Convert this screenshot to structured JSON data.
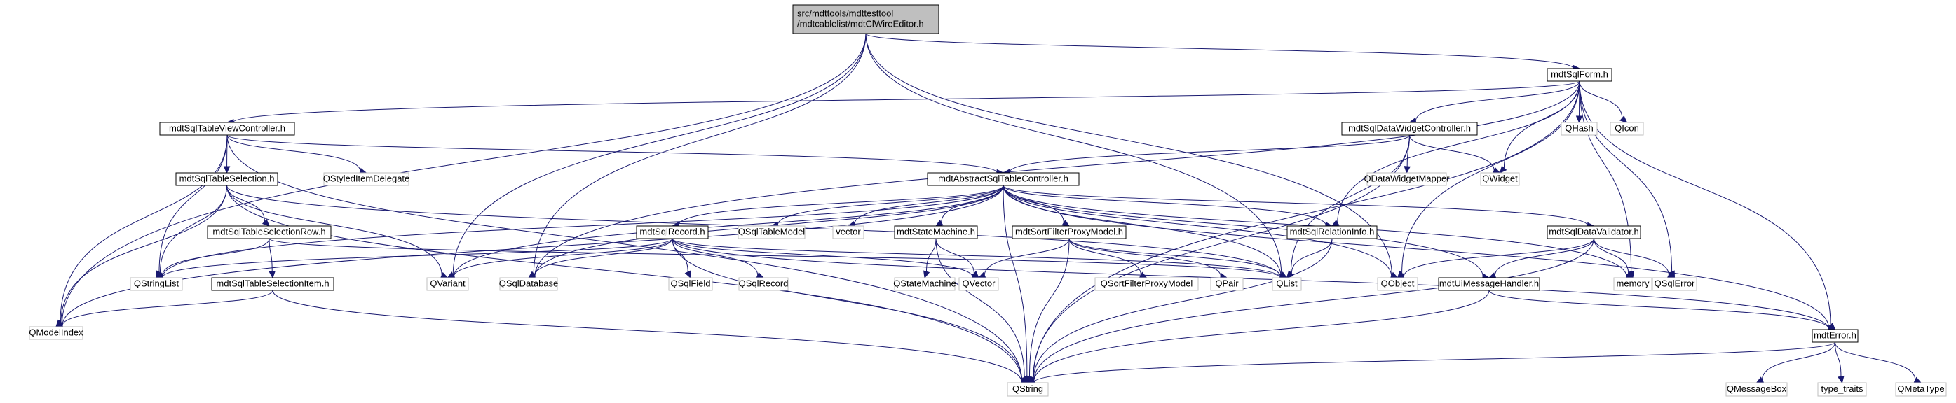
{
  "colors": {
    "edge": "#191970",
    "root_fill": "#bfbfbf",
    "node_border": "#000000",
    "external_border": "#bfbfbf",
    "node_fill": "#ffffff",
    "text": "#000000"
  },
  "nodes": [
    {
      "id": "root",
      "kind": "root",
      "lines": [
        "src/mdttools/mdttesttool",
        "/mdtcablelist/mdtClWireEditor.h"
      ]
    },
    {
      "id": "mdtSqlForm",
      "kind": "internal",
      "lines": [
        "mdtSqlForm.h"
      ]
    },
    {
      "id": "mdtSqlTableViewController",
      "kind": "internal",
      "lines": [
        "mdtSqlTableViewController.h"
      ]
    },
    {
      "id": "mdtSqlDataWidgetController",
      "kind": "internal",
      "lines": [
        "mdtSqlDataWidgetController.h"
      ]
    },
    {
      "id": "QHash",
      "kind": "external",
      "lines": [
        "QHash"
      ]
    },
    {
      "id": "QIcon",
      "kind": "external",
      "lines": [
        "QIcon"
      ]
    },
    {
      "id": "mdtSqlTableSelection",
      "kind": "internal",
      "lines": [
        "mdtSqlTableSelection.h"
      ]
    },
    {
      "id": "QStyledItemDelegate",
      "kind": "external",
      "lines": [
        "QStyledItemDelegate"
      ]
    },
    {
      "id": "mdtAbstractSqlTableController",
      "kind": "internal",
      "lines": [
        "mdtAbstractSqlTableController.h"
      ]
    },
    {
      "id": "QDataWidgetMapper",
      "kind": "external",
      "lines": [
        "QDataWidgetMapper"
      ]
    },
    {
      "id": "QWidget",
      "kind": "external",
      "lines": [
        "QWidget"
      ]
    },
    {
      "id": "mdtSqlTableSelectionRow",
      "kind": "internal",
      "lines": [
        "mdtSqlTableSelectionRow.h"
      ]
    },
    {
      "id": "mdtSqlRecord",
      "kind": "internal",
      "lines": [
        "mdtSqlRecord.h"
      ]
    },
    {
      "id": "QSqlTableModel",
      "kind": "external",
      "lines": [
        "QSqlTableModel"
      ]
    },
    {
      "id": "vector",
      "kind": "external",
      "lines": [
        "vector"
      ]
    },
    {
      "id": "mdtStateMachine",
      "kind": "internal",
      "lines": [
        "mdtStateMachine.h"
      ]
    },
    {
      "id": "mdtSortFilterProxyModel",
      "kind": "internal",
      "lines": [
        "mdtSortFilterProxyModel.h"
      ]
    },
    {
      "id": "mdtSqlRelationInfo",
      "kind": "internal",
      "lines": [
        "mdtSqlRelationInfo.h"
      ]
    },
    {
      "id": "mdtSqlDataValidator",
      "kind": "internal",
      "lines": [
        "mdtSqlDataValidator.h"
      ]
    },
    {
      "id": "QStringList",
      "kind": "external",
      "lines": [
        "QStringList"
      ]
    },
    {
      "id": "mdtSqlTableSelectionItem",
      "kind": "internal",
      "lines": [
        "mdtSqlTableSelectionItem.h"
      ]
    },
    {
      "id": "QVariant",
      "kind": "external",
      "lines": [
        "QVariant"
      ]
    },
    {
      "id": "QSqlDatabase",
      "kind": "external",
      "lines": [
        "QSqlDatabase"
      ]
    },
    {
      "id": "QSqlField",
      "kind": "external",
      "lines": [
        "QSqlField"
      ]
    },
    {
      "id": "QSqlRecord",
      "kind": "external",
      "lines": [
        "QSqlRecord"
      ]
    },
    {
      "id": "QStateMachine",
      "kind": "external",
      "lines": [
        "QStateMachine"
      ]
    },
    {
      "id": "QVector",
      "kind": "external",
      "lines": [
        "QVector"
      ]
    },
    {
      "id": "QSortFilterProxyModel",
      "kind": "external",
      "lines": [
        "QSortFilterProxyModel"
      ]
    },
    {
      "id": "QPair",
      "kind": "external",
      "lines": [
        "QPair"
      ]
    },
    {
      "id": "QList",
      "kind": "external",
      "lines": [
        "QList"
      ]
    },
    {
      "id": "QObject",
      "kind": "external",
      "lines": [
        "QObject"
      ]
    },
    {
      "id": "mdtUiMessageHandler",
      "kind": "internal",
      "lines": [
        "mdtUiMessageHandler.h"
      ]
    },
    {
      "id": "memory",
      "kind": "external",
      "lines": [
        "memory"
      ]
    },
    {
      "id": "QSqlError",
      "kind": "external",
      "lines": [
        "QSqlError"
      ]
    },
    {
      "id": "QModelIndex",
      "kind": "external",
      "lines": [
        "QModelIndex"
      ]
    },
    {
      "id": "mdtError",
      "kind": "internal",
      "lines": [
        "mdtError.h"
      ]
    },
    {
      "id": "QString",
      "kind": "external",
      "lines": [
        "QString"
      ]
    },
    {
      "id": "QMessageBox",
      "kind": "external",
      "lines": [
        "QMessageBox"
      ]
    },
    {
      "id": "type_traits",
      "kind": "external",
      "lines": [
        "type_traits"
      ]
    },
    {
      "id": "QMetaType",
      "kind": "external",
      "lines": [
        "QMetaType"
      ]
    }
  ],
  "edges": [
    [
      "root",
      "mdtSqlForm"
    ],
    [
      "root",
      "QModelIndex"
    ],
    [
      "root",
      "QVariant"
    ],
    [
      "root",
      "QSqlDatabase"
    ],
    [
      "root",
      "QList"
    ],
    [
      "root",
      "QObject"
    ],
    [
      "mdtSqlForm",
      "mdtSqlTableViewController"
    ],
    [
      "mdtSqlForm",
      "mdtSqlDataWidgetController"
    ],
    [
      "mdtSqlForm",
      "QHash"
    ],
    [
      "mdtSqlForm",
      "QIcon"
    ],
    [
      "mdtSqlForm",
      "QWidget"
    ],
    [
      "mdtSqlForm",
      "mdtSqlRelationInfo"
    ],
    [
      "mdtSqlForm",
      "QObject"
    ],
    [
      "mdtSqlForm",
      "memory"
    ],
    [
      "mdtSqlForm",
      "QSqlError"
    ],
    [
      "mdtSqlForm",
      "mdtError"
    ],
    [
      "mdtSqlForm",
      "QString"
    ],
    [
      "mdtSqlForm",
      "QSqlDatabase"
    ],
    [
      "mdtSqlTableViewController",
      "mdtSqlTableSelection"
    ],
    [
      "mdtSqlTableViewController",
      "QStyledItemDelegate"
    ],
    [
      "mdtSqlTableViewController",
      "mdtAbstractSqlTableController"
    ],
    [
      "mdtSqlTableViewController",
      "QStringList"
    ],
    [
      "mdtSqlTableViewController",
      "QModelIndex"
    ],
    [
      "mdtSqlTableViewController",
      "QString"
    ],
    [
      "mdtSqlDataWidgetController",
      "mdtAbstractSqlTableController"
    ],
    [
      "mdtSqlDataWidgetController",
      "QDataWidgetMapper"
    ],
    [
      "mdtSqlDataWidgetController",
      "QWidget"
    ],
    [
      "mdtSqlDataWidgetController",
      "QList"
    ],
    [
      "mdtSqlDataWidgetController",
      "QString"
    ],
    [
      "mdtSqlTableSelection",
      "mdtSqlTableSelectionRow"
    ],
    [
      "mdtSqlTableSelection",
      "QStringList"
    ],
    [
      "mdtSqlTableSelection",
      "QModelIndex"
    ],
    [
      "mdtSqlTableSelection",
      "QVariant"
    ],
    [
      "mdtSqlTableSelection",
      "QString"
    ],
    [
      "mdtSqlTableSelection",
      "QList"
    ],
    [
      "mdtSqlTableSelectionRow",
      "mdtSqlTableSelectionItem"
    ],
    [
      "mdtSqlTableSelectionRow",
      "QStringList"
    ],
    [
      "mdtSqlTableSelectionRow",
      "QList"
    ],
    [
      "mdtSqlTableSelectionItem",
      "QModelIndex"
    ],
    [
      "mdtSqlTableSelectionItem",
      "QString"
    ],
    [
      "mdtAbstractSqlTableController",
      "mdtSqlRecord"
    ],
    [
      "mdtAbstractSqlTableController",
      "QSqlTableModel"
    ],
    [
      "mdtAbstractSqlTableController",
      "vector"
    ],
    [
      "mdtAbstractSqlTableController",
      "mdtStateMachine"
    ],
    [
      "mdtAbstractSqlTableController",
      "mdtSortFilterProxyModel"
    ],
    [
      "mdtAbstractSqlTableController",
      "mdtSqlRelationInfo"
    ],
    [
      "mdtAbstractSqlTableController",
      "mdtSqlDataValidator"
    ],
    [
      "mdtAbstractSqlTableController",
      "QStringList"
    ],
    [
      "mdtAbstractSqlTableController",
      "QVariant"
    ],
    [
      "mdtAbstractSqlTableController",
      "QSqlDatabase"
    ],
    [
      "mdtAbstractSqlTableController",
      "QModelIndex"
    ],
    [
      "mdtAbstractSqlTableController",
      "QString"
    ],
    [
      "mdtAbstractSqlTableController",
      "QList"
    ],
    [
      "mdtAbstractSqlTableController",
      "QObject"
    ],
    [
      "mdtAbstractSqlTableController",
      "mdtUiMessageHandler"
    ],
    [
      "mdtAbstractSqlTableController",
      "memory"
    ],
    [
      "mdtAbstractSqlTableController",
      "mdtError"
    ],
    [
      "mdtSqlRecord",
      "QStringList"
    ],
    [
      "mdtSqlRecord",
      "QVariant"
    ],
    [
      "mdtSqlRecord",
      "QSqlDatabase"
    ],
    [
      "mdtSqlRecord",
      "QSqlField"
    ],
    [
      "mdtSqlRecord",
      "QSqlRecord"
    ],
    [
      "mdtSqlRecord",
      "QString"
    ],
    [
      "mdtSqlRecord",
      "QList"
    ],
    [
      "mdtSqlRecord",
      "mdtError"
    ],
    [
      "mdtSqlRecord",
      "QVector"
    ],
    [
      "mdtStateMachine",
      "QStateMachine"
    ],
    [
      "mdtStateMachine",
      "QVector"
    ],
    [
      "mdtStateMachine",
      "QString"
    ],
    [
      "mdtSortFilterProxyModel",
      "QSortFilterProxyModel"
    ],
    [
      "mdtSortFilterProxyModel",
      "QPair"
    ],
    [
      "mdtSortFilterProxyModel",
      "QList"
    ],
    [
      "mdtSortFilterProxyModel",
      "QString"
    ],
    [
      "mdtSortFilterProxyModel",
      "QVector"
    ],
    [
      "mdtSqlRelationInfo",
      "QList"
    ],
    [
      "mdtSqlRelationInfo",
      "QString"
    ],
    [
      "mdtSqlDataValidator",
      "QObject"
    ],
    [
      "mdtSqlDataValidator",
      "mdtUiMessageHandler"
    ],
    [
      "mdtSqlDataValidator",
      "memory"
    ],
    [
      "mdtSqlDataValidator",
      "QSqlError"
    ],
    [
      "mdtSqlDataValidator",
      "QString"
    ],
    [
      "mdtUiMessageHandler",
      "mdtError"
    ],
    [
      "mdtUiMessageHandler",
      "QString"
    ],
    [
      "mdtError",
      "QMessageBox"
    ],
    [
      "mdtError",
      "type_traits"
    ],
    [
      "mdtError",
      "QMetaType"
    ],
    [
      "mdtError",
      "QString"
    ]
  ]
}
